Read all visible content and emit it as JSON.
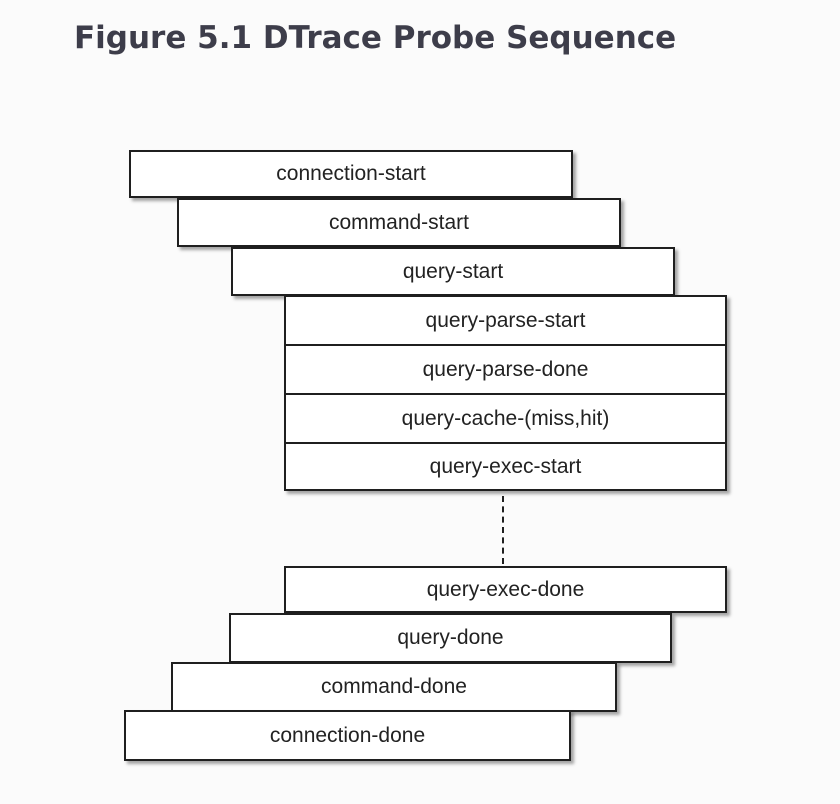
{
  "title": "Figure 5.1 DTrace Probe Sequence",
  "probes_before": [
    "connection-start",
    "command-start",
    "query-start"
  ],
  "probes_query": [
    "query-parse-start",
    "query-parse-done",
    "query-cache-(miss,hit)",
    "query-exec-start"
  ],
  "probes_after": [
    "query-exec-done",
    "query-done",
    "command-done",
    "connection-done"
  ]
}
